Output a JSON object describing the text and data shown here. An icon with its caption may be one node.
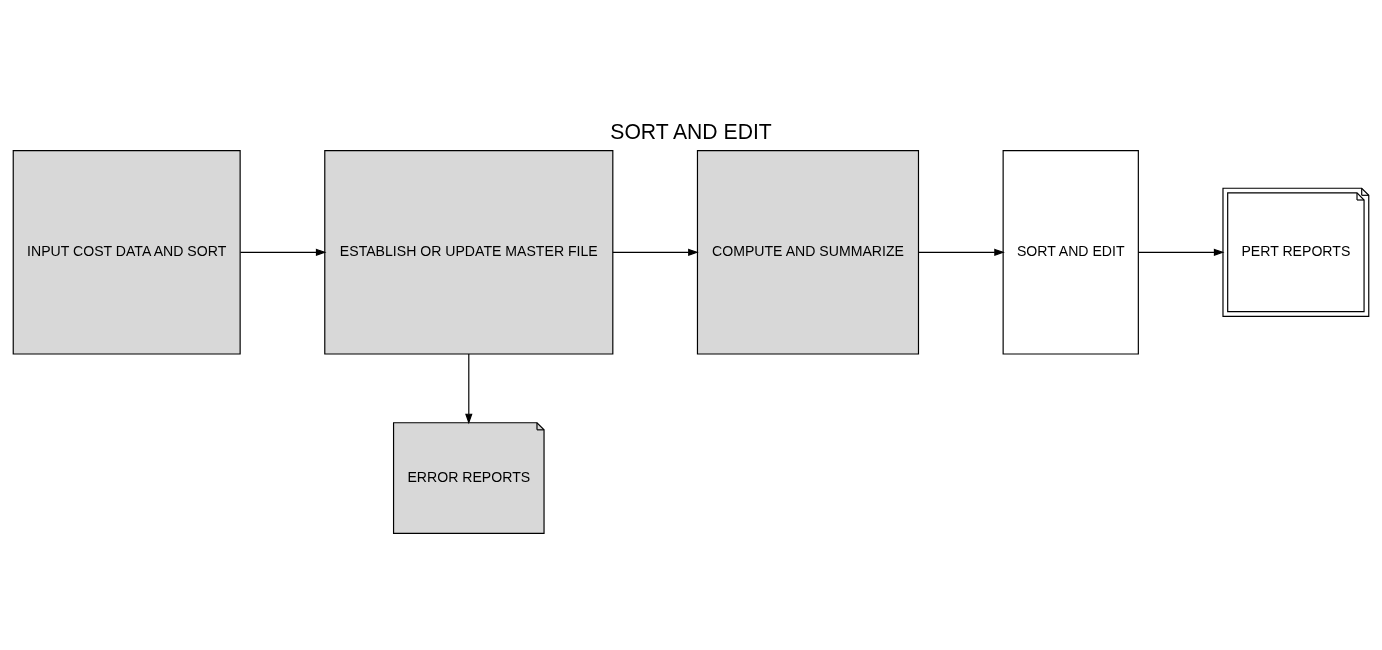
{
  "diagram": {
    "title": "SORT AND EDIT",
    "nodes": [
      {
        "text": [
          "INPUT COST DATA AND SORT"
        ]
      },
      {
        "text": [
          "ESTABLISH OR UPDATE MASTER FILE"
        ]
      },
      {
        "text": [
          "COMPUTE AND SUMMARIZE"
        ]
      },
      {
        "text": [
          "SORT AND EDIT"
        ]
      },
      {
        "text": [
          "PERT REPORTS"
        ]
      },
      {
        "text": [
          "ERROR REPORTS"
        ]
      }
    ],
    "edges": [
      {
        "from": 0,
        "to": 1,
        "arrow": "to"
      },
      {
        "from": 1,
        "to": 2,
        "arrow": "to"
      },
      {
        "from": 2,
        "to": 3,
        "arrow": "to"
      },
      {
        "from": 3,
        "to": 4,
        "arrow": "to"
      },
      {
        "from": 1,
        "to": 5,
        "arrow": "to"
      }
    ]
  }
}
